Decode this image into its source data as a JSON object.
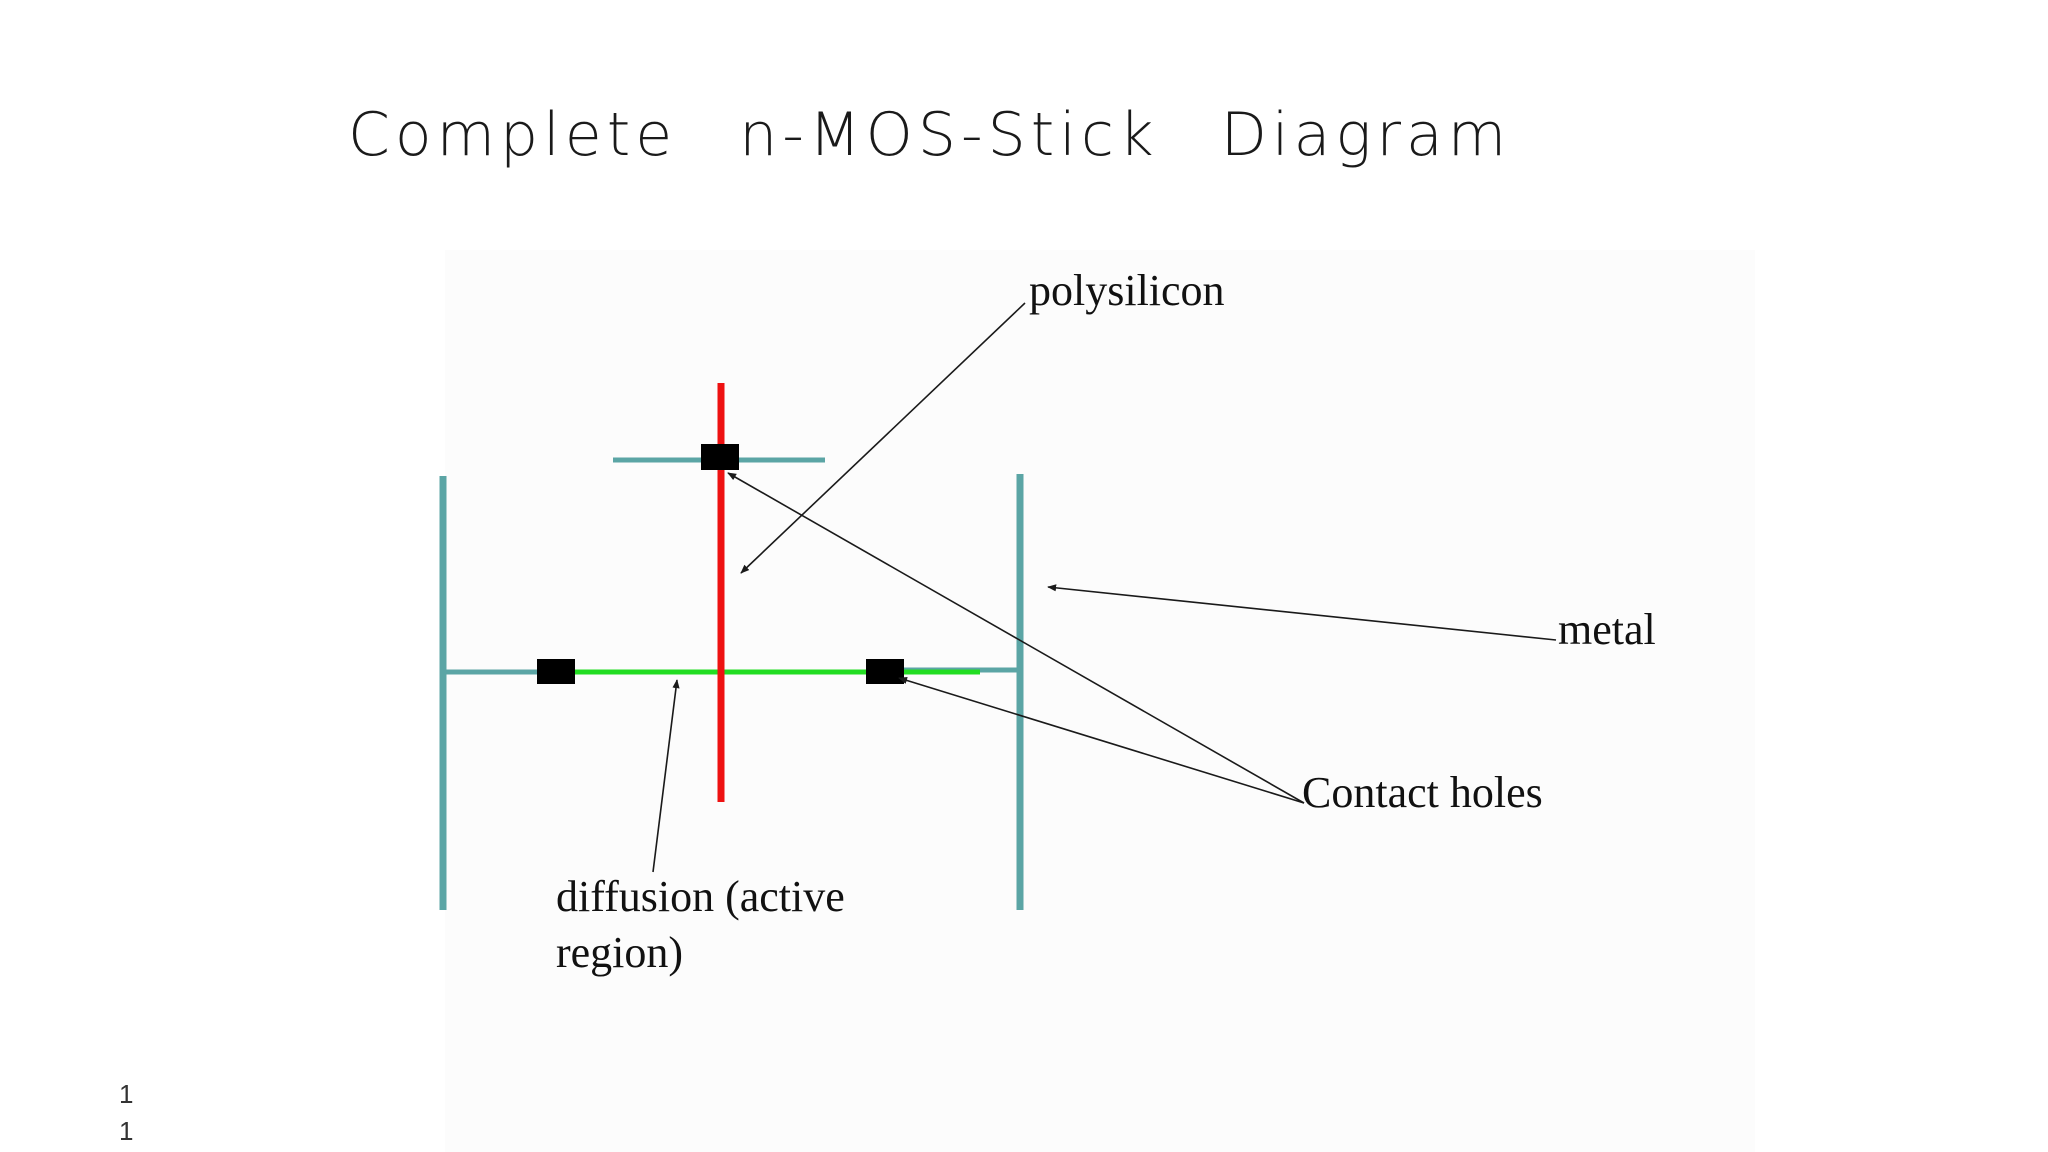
{
  "slide": {
    "title": "Complete n-MOS-Stick Diagram",
    "page_number_lines": [
      "1",
      "1"
    ]
  },
  "diagram": {
    "labels": {
      "polysilicon": "polysilicon",
      "metal": "metal",
      "contact_holes": "Contact holes",
      "diffusion_line1": "diffusion (active",
      "diffusion_line2": "region)"
    },
    "colors": {
      "metal": "#5ba5a5",
      "polysilicon": "#ee1111",
      "diffusion": "#22dd22",
      "contact": "#000000",
      "leader": "#1a1a1a"
    }
  }
}
